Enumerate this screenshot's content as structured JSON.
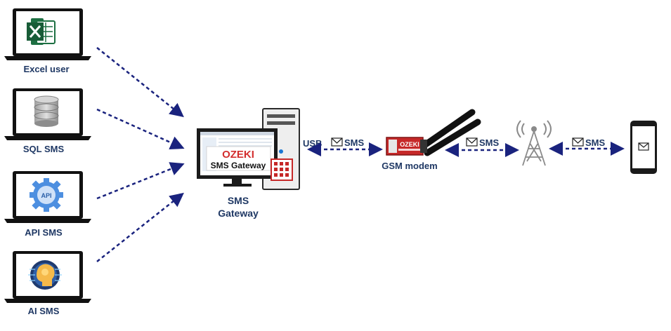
{
  "clients": [
    {
      "label": "Excel user",
      "icon": "excel-icon"
    },
    {
      "label": "SQL SMS",
      "icon": "database-icon"
    },
    {
      "label": "API SMS",
      "icon": "api-gear-icon"
    },
    {
      "label": "AI SMS",
      "icon": "ai-head-icon"
    }
  ],
  "gateway": {
    "brand": "OZEKI",
    "product": "SMS Gateway",
    "caption_line1": "SMS",
    "caption_line2": "Gateway"
  },
  "links": {
    "usb_label": "USB",
    "sms_label_1": "SMS",
    "sms_label_2": "SMS",
    "sms_label_3": "SMS"
  },
  "modem": {
    "brand": "OZEKI",
    "label": "GSM modem"
  },
  "colors": {
    "arrow": "#1a237e",
    "label": "#1f3864",
    "ozeki_red": "#d32f2f",
    "laptop_frame": "#1a1a1a"
  }
}
